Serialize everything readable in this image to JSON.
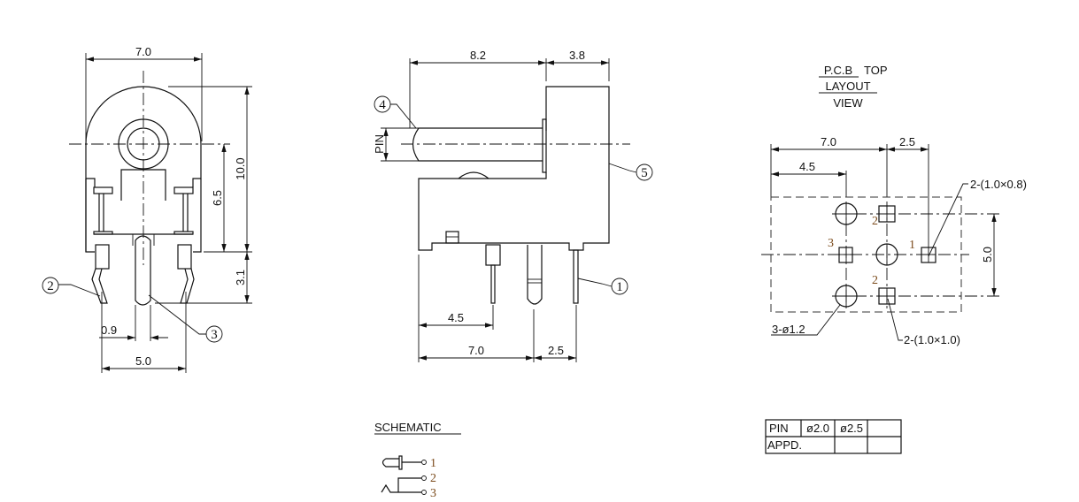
{
  "front_view": {
    "dim_width": "7.0",
    "dim_height": "10.0",
    "dim_center": "6.5",
    "dim_pin_length": "3.1",
    "dim_pin_gap": "0.9",
    "dim_pin_span": "5.0",
    "callout_2": "2",
    "callout_3": "3"
  },
  "side_view": {
    "dim_pin_length": "8.2",
    "dim_body": "3.8",
    "dim_pin_label": "PIN",
    "dim_4_5": "4.5",
    "dim_7_0": "7.0",
    "dim_2_5": "2.5",
    "callout_4": "4",
    "callout_5": "5",
    "callout_1": "1"
  },
  "pcb_layout": {
    "title_line1": "P.C.B",
    "title_line2": "LAYOUT",
    "title_overlap": "TOP",
    "title_line3": "VIEW",
    "dim_7_0": "7.0",
    "dim_2_5": "2.5",
    "dim_4_5": "4.5",
    "dim_5_0": "5.0",
    "note_pad_small": "2-(1.0×0.8)",
    "note_holes": "3-ø1.2",
    "note_pad_square": "2-(1.0×1.0)",
    "pin_labels": [
      "2",
      "3",
      "1",
      "2"
    ]
  },
  "schematic": {
    "title": "SCHEMATIC",
    "pins": [
      "1",
      "2",
      "3"
    ]
  },
  "approval_table": {
    "row1": [
      "PIN",
      "ø2.0",
      "ø2.5",
      ""
    ],
    "row2": [
      "APPD.",
      "",
      "",
      ""
    ]
  }
}
